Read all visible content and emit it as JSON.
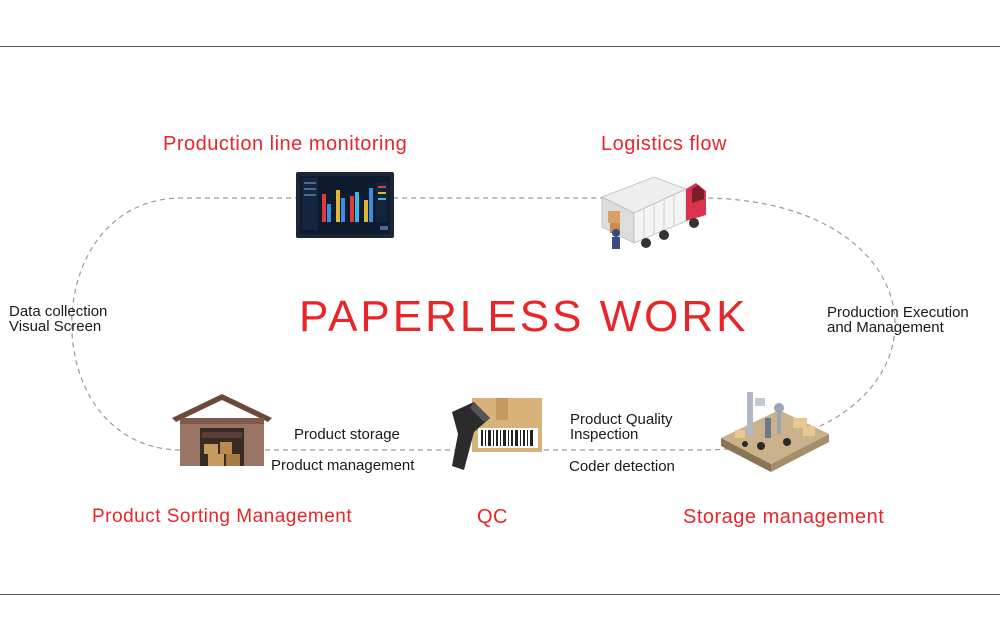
{
  "title": "PAPERLESS WORK",
  "nodes": {
    "production_line": "Production line monitoring",
    "logistics": "Logistics flow",
    "sorting": "Product Sorting Management",
    "qc": "QC",
    "storage": "Storage management"
  },
  "side_left": {
    "line1": "Data collection",
    "line2": "Visual Screen"
  },
  "side_right": {
    "line1": "Production Execution",
    "line2": "and Management"
  },
  "links": {
    "product_storage": "Product storage",
    "product_management": "Product management",
    "quality_line1": "Product Quality",
    "quality_line2": "Inspection",
    "coder": "Coder detection"
  },
  "icons": [
    "monitor-dashboard-icon",
    "truck-icon",
    "warehouse-icon",
    "barcode-scanner-icon",
    "robot-warehouse-icon"
  ],
  "colors": {
    "accent": "#e8262a",
    "loop": "#9a9a9a"
  }
}
